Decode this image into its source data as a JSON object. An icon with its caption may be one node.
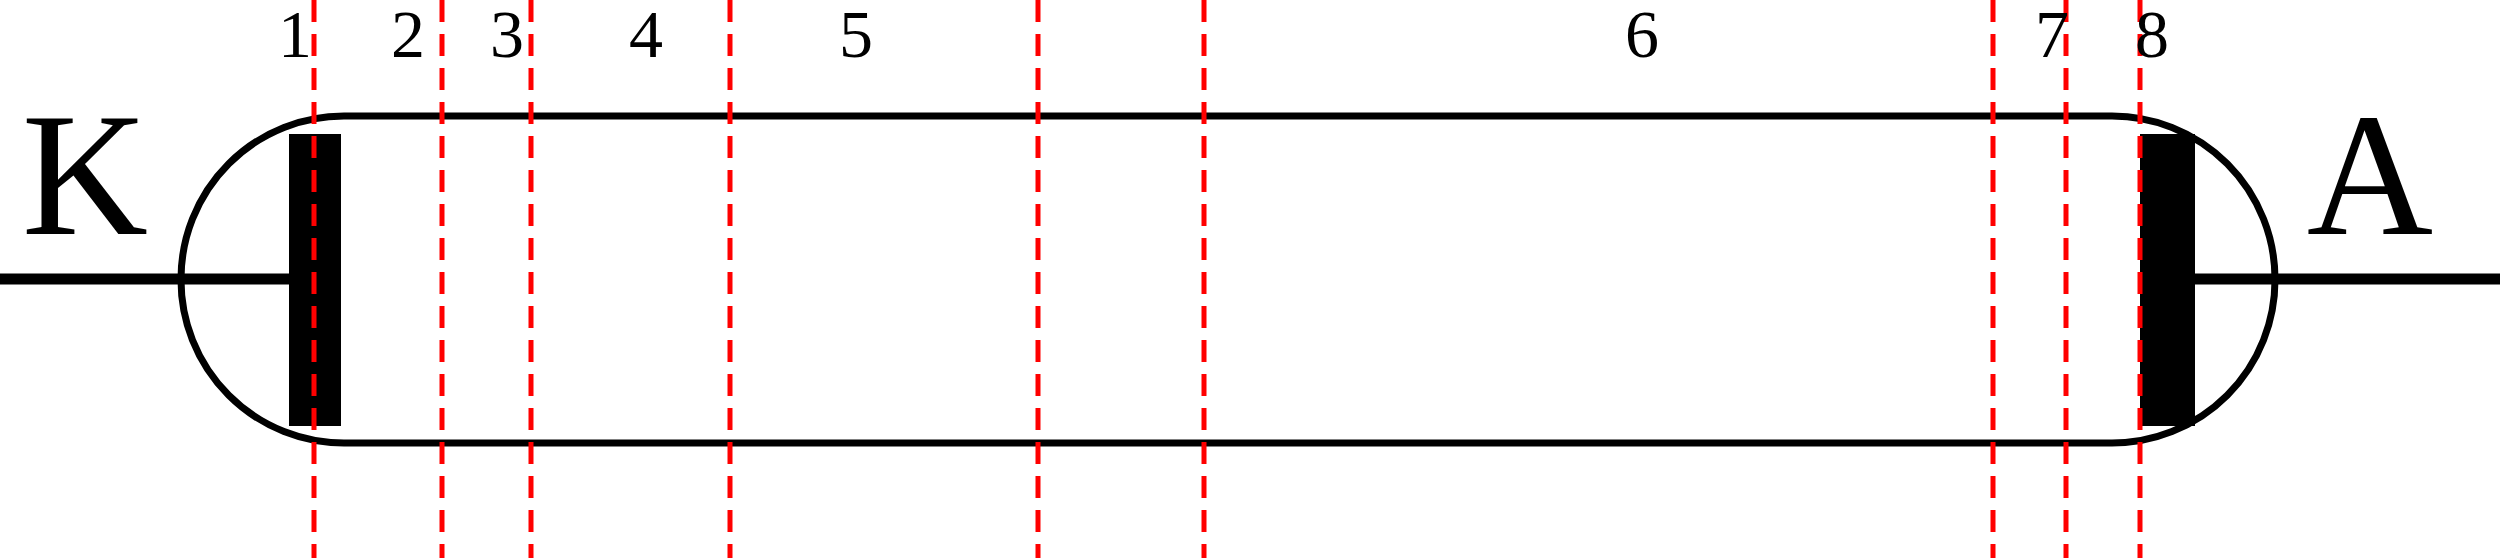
{
  "diagram": {
    "labels": [
      "1",
      "2",
      "3",
      "4",
      "5",
      "6",
      "7",
      "8",
      "K",
      "A"
    ]
  }
}
